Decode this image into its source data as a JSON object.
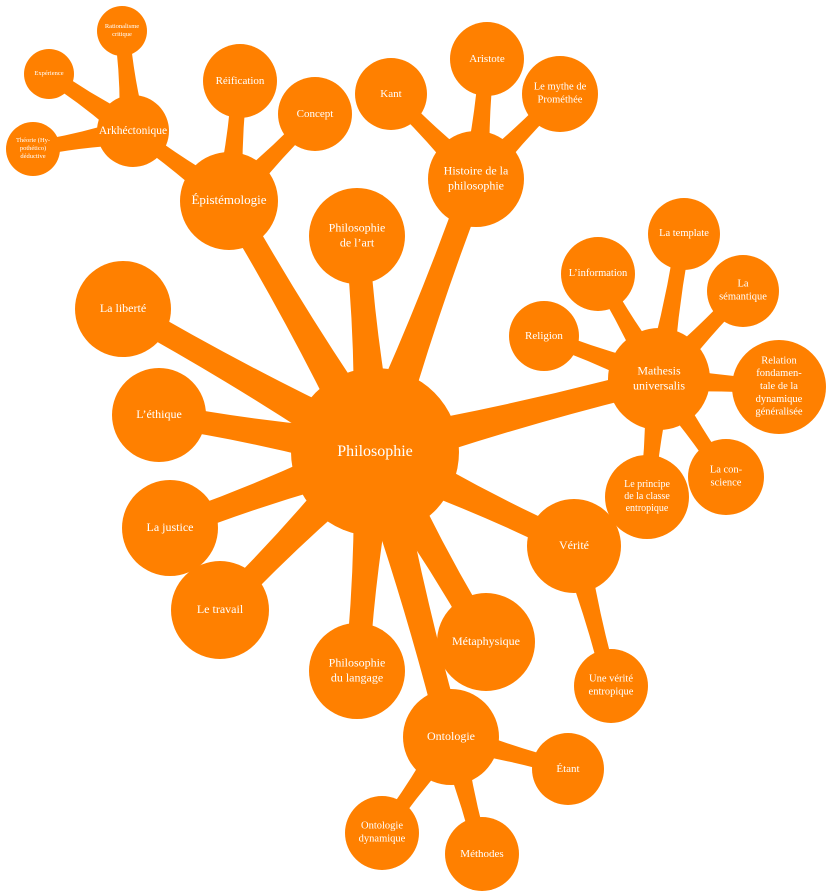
{
  "colors": {
    "node": "#ff8000",
    "text": "#ffffff",
    "background": "#ffffff"
  },
  "root": {
    "label": "Philosophie"
  },
  "concepts": [
    {
      "id": "epistemologie",
      "parent": "root",
      "lines": [
        "Épistémologie"
      ]
    },
    {
      "id": "arkhectonique",
      "parent": "epistemologie",
      "lines": [
        "Arkhéctonique"
      ]
    },
    {
      "id": "rationalisme",
      "parent": "arkhectonique",
      "lines": [
        "Rationalisme",
        "critique"
      ]
    },
    {
      "id": "experience",
      "parent": "arkhectonique",
      "lines": [
        "Expérience"
      ]
    },
    {
      "id": "theorie",
      "parent": "arkhectonique",
      "lines": [
        "Théorie (Hy-",
        "pothético)",
        "déductive"
      ]
    },
    {
      "id": "reification",
      "parent": "epistemologie",
      "lines": [
        "Réification"
      ]
    },
    {
      "id": "concept",
      "parent": "epistemologie",
      "lines": [
        "Concept"
      ]
    },
    {
      "id": "philo-art",
      "parent": "root",
      "lines": [
        "Philosophie",
        "de l’art"
      ]
    },
    {
      "id": "histoire",
      "parent": "root",
      "lines": [
        "Histoire de la",
        "philosophie"
      ]
    },
    {
      "id": "kant",
      "parent": "histoire",
      "lines": [
        "Kant"
      ]
    },
    {
      "id": "aristote",
      "parent": "histoire",
      "lines": [
        "Aristote"
      ]
    },
    {
      "id": "promethee",
      "parent": "histoire",
      "lines": [
        "Le mythe de",
        "Prométhée"
      ]
    },
    {
      "id": "mathesis",
      "parent": "root",
      "lines": [
        "Mathesis",
        "universalis"
      ]
    },
    {
      "id": "religion",
      "parent": "mathesis",
      "lines": [
        "Religion"
      ]
    },
    {
      "id": "information",
      "parent": "mathesis",
      "lines": [
        "L’information"
      ]
    },
    {
      "id": "template",
      "parent": "mathesis",
      "lines": [
        "La template"
      ]
    },
    {
      "id": "semantique",
      "parent": "mathesis",
      "lines": [
        "La",
        "sémantique"
      ]
    },
    {
      "id": "relation",
      "parent": "mathesis",
      "lines": [
        "Relation",
        "fondamen-",
        "tale de la",
        "dynamique",
        "généralisée"
      ]
    },
    {
      "id": "conscience",
      "parent": "mathesis",
      "lines": [
        "La con-",
        "science"
      ]
    },
    {
      "id": "principe",
      "parent": "mathesis",
      "lines": [
        "Le principe",
        "de la classe",
        "entropique"
      ]
    },
    {
      "id": "verite",
      "parent": "root",
      "lines": [
        "Vérité"
      ]
    },
    {
      "id": "verite-entropique",
      "parent": "verite",
      "lines": [
        "Une vérité",
        "entropique"
      ]
    },
    {
      "id": "metaphysique",
      "parent": "root",
      "lines": [
        "Métaphysique"
      ]
    },
    {
      "id": "ontologie",
      "parent": "root",
      "lines": [
        "Ontologie"
      ]
    },
    {
      "id": "etant",
      "parent": "ontologie",
      "lines": [
        "Étant"
      ]
    },
    {
      "id": "methodes",
      "parent": "ontologie",
      "lines": [
        "Méthodes"
      ]
    },
    {
      "id": "ontologie-dynamique",
      "parent": "ontologie",
      "lines": [
        "Ontologie",
        "dynamique"
      ]
    },
    {
      "id": "philo-langage",
      "parent": "root",
      "lines": [
        "Philosophie",
        "du langage"
      ]
    },
    {
      "id": "travail",
      "parent": "root",
      "lines": [
        "Le travail"
      ]
    },
    {
      "id": "justice",
      "parent": "root",
      "lines": [
        "La justice"
      ]
    },
    {
      "id": "ethique",
      "parent": "root",
      "lines": [
        "L’éthique"
      ]
    },
    {
      "id": "liberte",
      "parent": "root",
      "lines": [
        "La liberté"
      ]
    }
  ]
}
